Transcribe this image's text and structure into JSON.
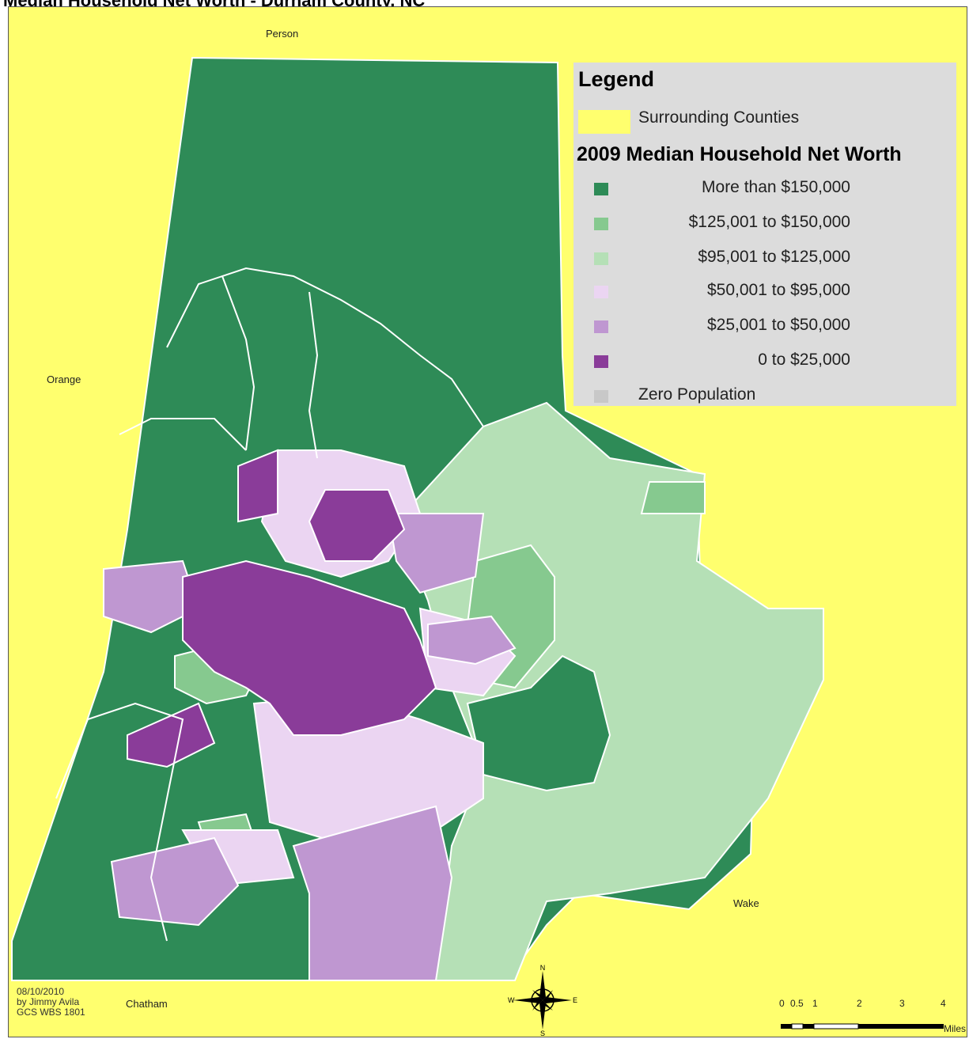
{
  "title": "Median Household Net Worth - Durham County, NC",
  "colors": {
    "surrounding": "#ffff6e",
    "class_1": "#2e8b57",
    "class_2": "#86c98f",
    "class_3": "#b5e0b6",
    "class_4": "#ebd5f2",
    "class_5": "#bf97d1",
    "class_6": "#8a3c99",
    "class_7": "#c8c8c8"
  },
  "counties": {
    "person": "Person",
    "orange": "Orange",
    "chatham": "Chatham",
    "wake": "Wake"
  },
  "legend": {
    "title": "Legend",
    "surrounding_label": "Surrounding Counties",
    "section_title": "2009 Median Household Net Worth",
    "items": [
      {
        "label": "More than $150,000",
        "color": "#2e8b57"
      },
      {
        "label": "$125,001 to $150,000",
        "color": "#86c98f"
      },
      {
        "label": "$95,001 to $125,000",
        "color": "#b5e0b6"
      },
      {
        "label": "$50,001 to $95,000",
        "color": "#ebd5f2"
      },
      {
        "label": "$25,001 to $50,000",
        "color": "#bf97d1"
      },
      {
        "label": "0 to $25,000",
        "color": "#8a3c99"
      },
      {
        "label": "Zero Population",
        "color": "#c8c8c8"
      }
    ]
  },
  "credit": {
    "date": "08/10/2010",
    "author": "by Jimmy Avila",
    "course": "GCS WBS 1801"
  },
  "north_arrow": {
    "icon": "compass-rose-icon",
    "n": "N",
    "s": "S",
    "e": "E",
    "w": "W"
  },
  "scalebar": {
    "ticks": [
      "0",
      "0.5",
      "1",
      "2",
      "3",
      "4"
    ],
    "units": "Miles"
  }
}
